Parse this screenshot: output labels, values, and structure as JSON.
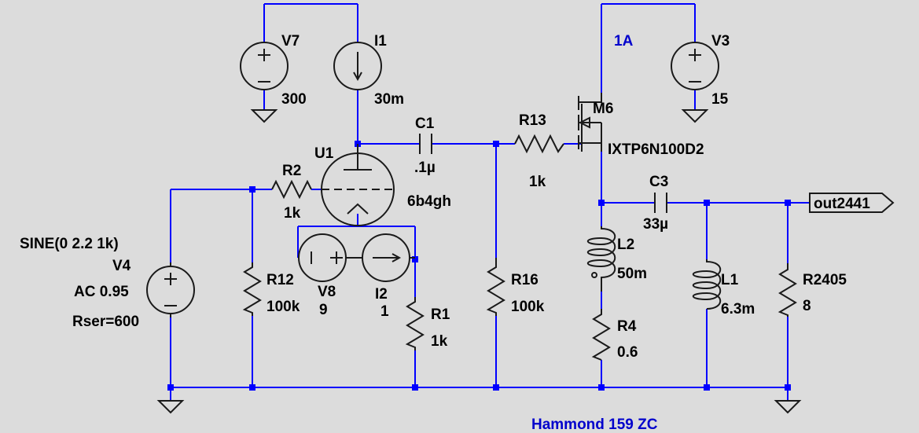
{
  "components": {
    "v7": {
      "name": "V7",
      "value": "300"
    },
    "i1": {
      "name": "I1",
      "value": "30m"
    },
    "c1": {
      "name": "C1",
      "value": ".1µ"
    },
    "r13": {
      "name": "R13",
      "value": "1k"
    },
    "m6": {
      "name": "M6",
      "value": "IXTP6N100D2"
    },
    "v3": {
      "name": "V3",
      "value": "15"
    },
    "u1": {
      "name": "U1",
      "value": "6b4gh"
    },
    "r2": {
      "name": "R2",
      "value": "1k"
    },
    "c3": {
      "name": "C3",
      "value": "33µ"
    },
    "v4": {
      "name": "V4",
      "function": "SINE(0 2.2 1k)",
      "ac": "AC 0.95",
      "rser": "Rser=600"
    },
    "r12": {
      "name": "R12",
      "value": "100k"
    },
    "v8": {
      "name": "V8",
      "value": "9"
    },
    "i2": {
      "name": "I2",
      "value": "1"
    },
    "r1": {
      "name": "R1",
      "value": "1k"
    },
    "r16": {
      "name": "R16",
      "value": "100k"
    },
    "l2": {
      "name": "L2",
      "value": "50m"
    },
    "r4": {
      "name": "R4",
      "value": "0.6"
    },
    "l1": {
      "name": "L1",
      "value": "6.3m"
    },
    "r2405": {
      "name": "R2405",
      "value": "8"
    }
  },
  "net_labels": {
    "out": "out2441",
    "drain_current": "1A"
  },
  "comment": "Hammond 159 ZC",
  "colors": {
    "background": "#dcdcdc",
    "wire": "#0000ff",
    "component": "#1a1a1a",
    "note_text": "#0000cc"
  }
}
